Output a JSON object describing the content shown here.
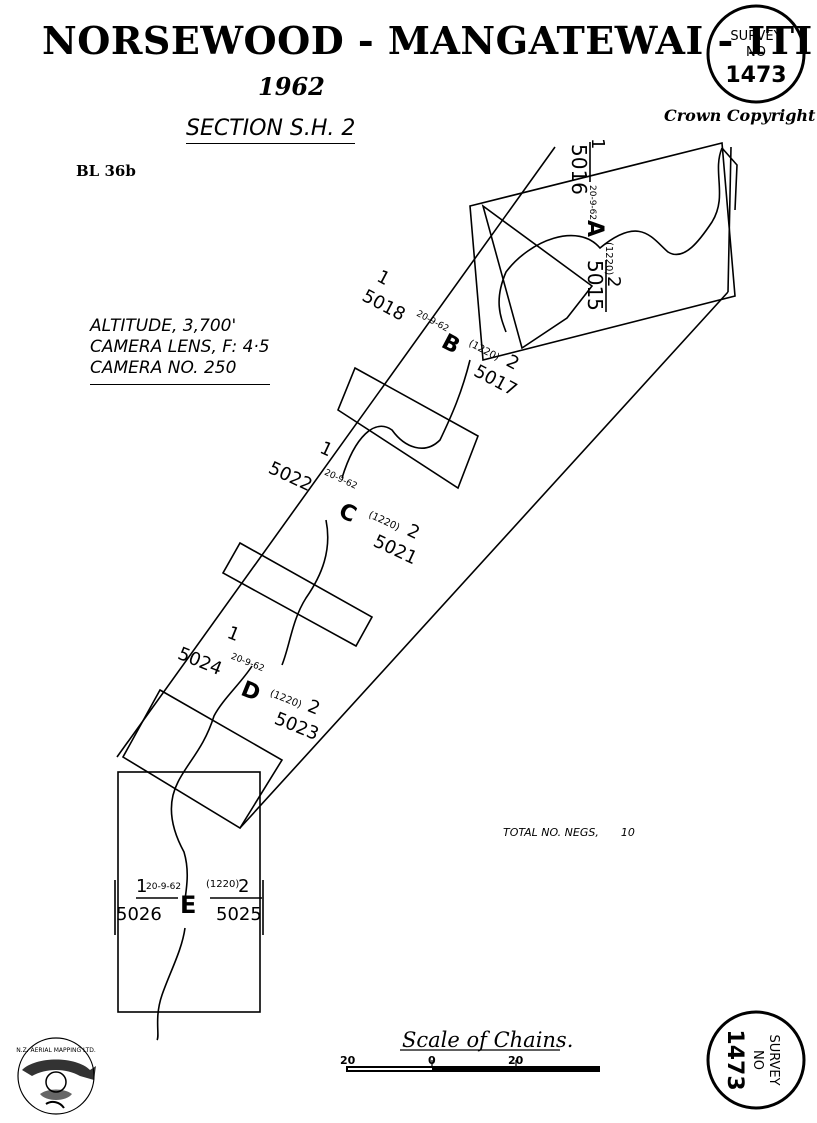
{
  "header": {
    "title": "NORSEWOOD - MANGATEWAI - ITI",
    "year": "1962",
    "section": "SECTION S.H. 2",
    "copyright": "Crown Copyright",
    "sheet_ref": "BL 36b"
  },
  "survey_stamp": {
    "line1": "SURVEY",
    "line2": "NO",
    "number": "1473"
  },
  "camera_info": {
    "altitude": "ALTITUDE, 3,700'",
    "lens": "CAMERA LENS, F: 4·5",
    "camera": "CAMERA NO. 250"
  },
  "negatives": {
    "label": "TOTAL NO. NEGS,",
    "count": "10"
  },
  "scale": {
    "title": "Scale of Chains.",
    "ticks": [
      "20",
      "0",
      "20"
    ]
  },
  "logo": {
    "text": "N.Z. AERIAL MAPPING LTD."
  },
  "photo_runs": [
    {
      "letter": "A",
      "date": "20-9-62",
      "height": "(1220)",
      "run": "1",
      "run2": "2",
      "neg_left": "5016",
      "neg_right": "5015"
    },
    {
      "letter": "B",
      "date": "20-9-62",
      "height": "(1220)",
      "run": "1",
      "run2": "2",
      "neg_left": "5018",
      "neg_right": "5017"
    },
    {
      "letter": "C",
      "date": "20-9-62",
      "height": "(1220)",
      "run": "1",
      "run2": "2",
      "neg_left": "5022",
      "neg_right": "5021"
    },
    {
      "letter": "D",
      "date": "20-9-62",
      "height": "(1220)",
      "run": "1",
      "run2": "2",
      "neg_left": "5024",
      "neg_right": "5023"
    },
    {
      "letter": "E",
      "date": "20-9-62",
      "height": "(1220)",
      "run": "1",
      "run2": "2",
      "neg_left": "5026",
      "neg_right": "5025"
    }
  ]
}
